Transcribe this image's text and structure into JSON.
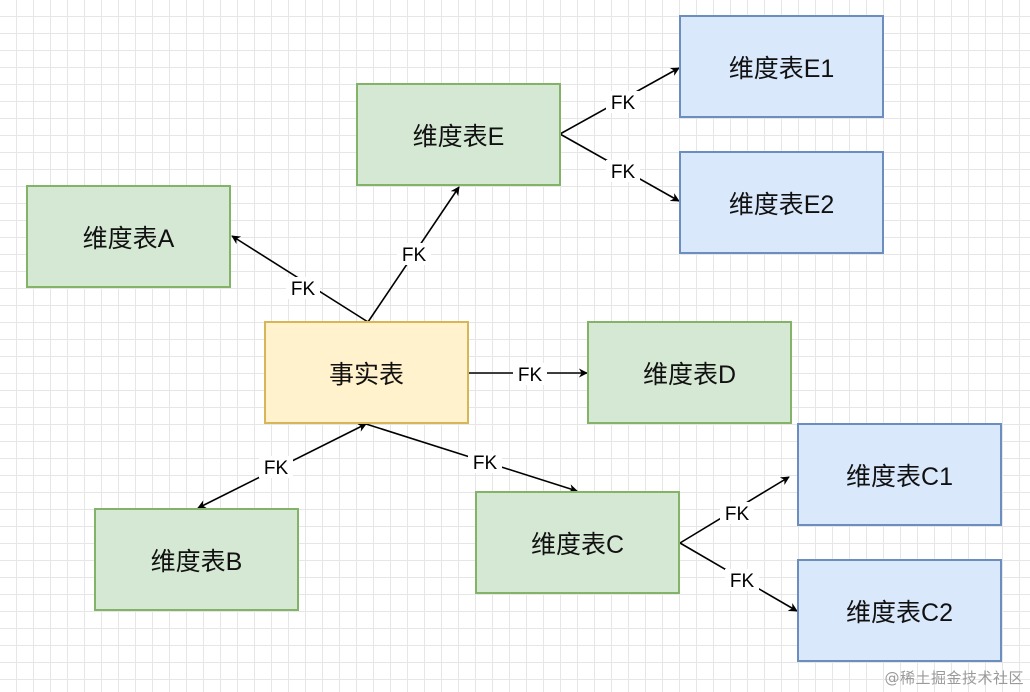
{
  "nodes": {
    "fact": {
      "label": "事实表",
      "style": "yellow"
    },
    "dim_a": {
      "label": "维度表A",
      "style": "green"
    },
    "dim_b": {
      "label": "维度表B",
      "style": "green"
    },
    "dim_c": {
      "label": "维度表C",
      "style": "green"
    },
    "dim_d": {
      "label": "维度表D",
      "style": "green"
    },
    "dim_e": {
      "label": "维度表E",
      "style": "green"
    },
    "dim_e1": {
      "label": "维度表E1",
      "style": "blue"
    },
    "dim_e2": {
      "label": "维度表E2",
      "style": "blue"
    },
    "dim_c1": {
      "label": "维度表C1",
      "style": "blue"
    },
    "dim_c2": {
      "label": "维度表C2",
      "style": "blue"
    }
  },
  "edges": [
    {
      "id": "fact-a",
      "from": "fact",
      "to": "dim_a",
      "label": "FK"
    },
    {
      "id": "fact-e",
      "from": "fact",
      "to": "dim_e",
      "label": "FK"
    },
    {
      "id": "fact-d",
      "from": "fact",
      "to": "dim_d",
      "label": "FK"
    },
    {
      "id": "fact-b",
      "from": "fact",
      "to": "dim_b",
      "label": "FK",
      "bidirectional": true
    },
    {
      "id": "fact-c",
      "from": "fact",
      "to": "dim_c",
      "label": "FK"
    },
    {
      "id": "e-e1",
      "from": "dim_e",
      "to": "dim_e1",
      "label": "FK"
    },
    {
      "id": "e-e2",
      "from": "dim_e",
      "to": "dim_e2",
      "label": "FK"
    },
    {
      "id": "c-c1",
      "from": "dim_c",
      "to": "dim_c1",
      "label": "FK"
    },
    {
      "id": "c-c2",
      "from": "dim_c",
      "to": "dim_c2",
      "label": "FK"
    }
  ],
  "colors": {
    "green_fill": "#d5e8d4",
    "green_stroke": "#82b366",
    "blue_fill": "#dae8fc",
    "blue_stroke": "#6c8ebf",
    "yellow_fill": "#fff2cc",
    "yellow_stroke": "#d6b656",
    "edge": "#000000"
  },
  "watermark": "@稀土掘金技术社区"
}
